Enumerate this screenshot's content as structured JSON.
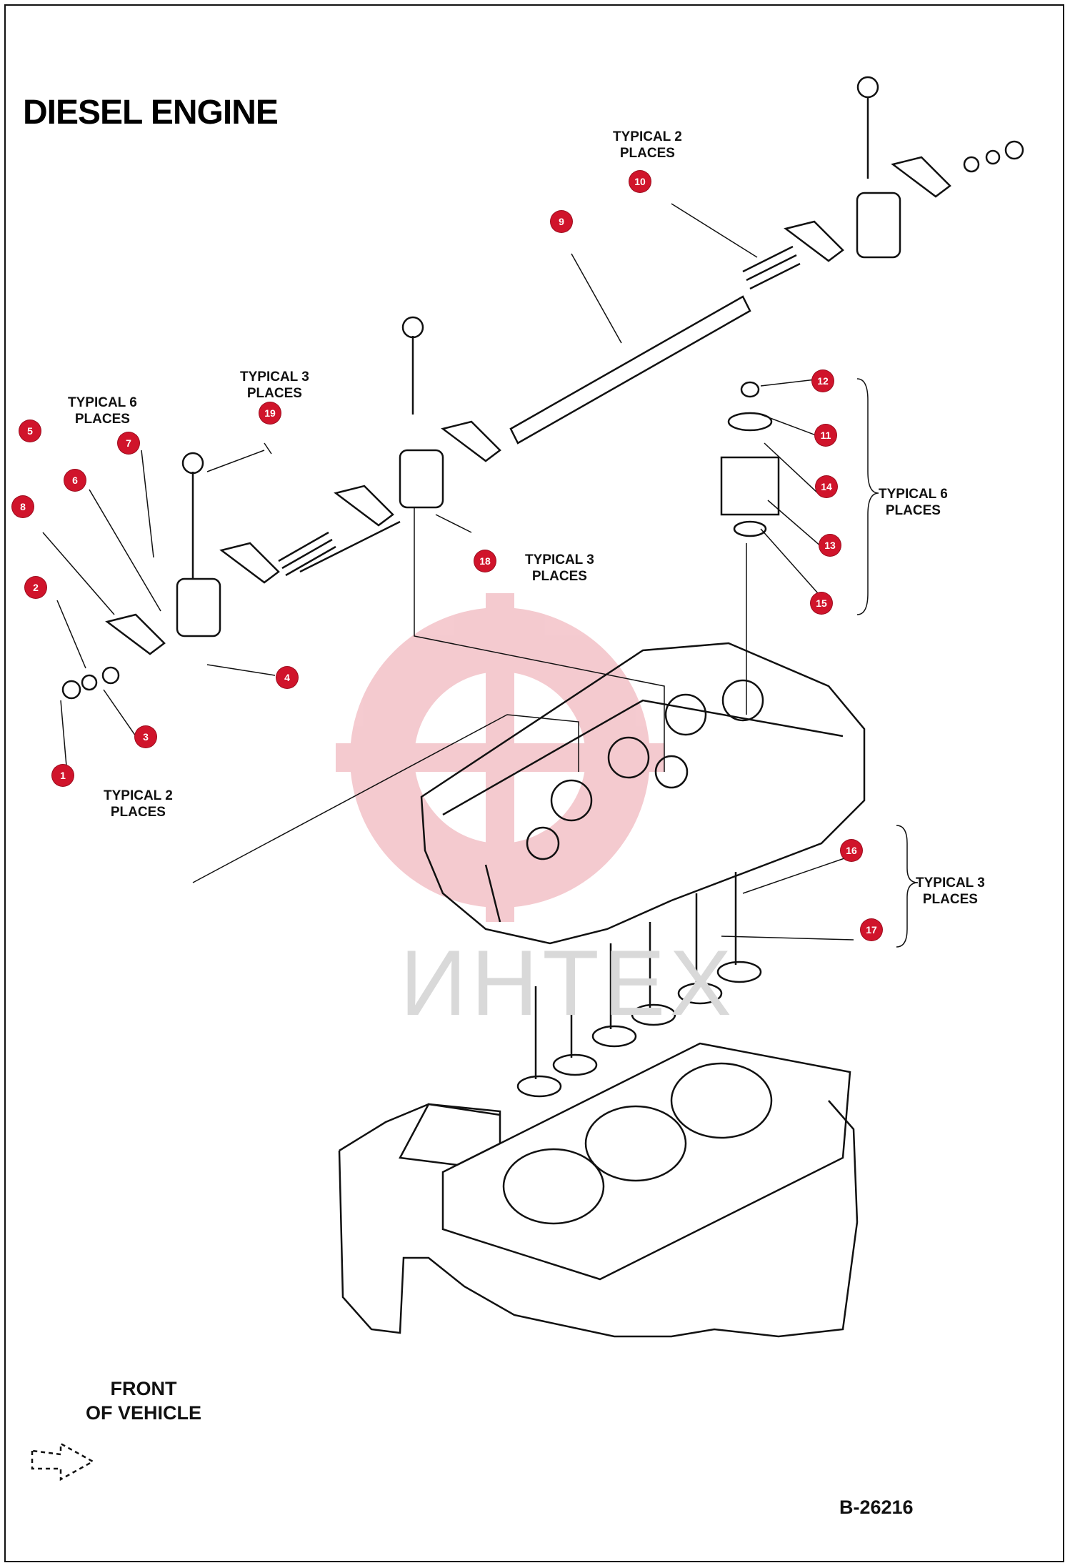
{
  "title": "DIESEL ENGINE",
  "notes": {
    "typical_2_top": [
      "TYPICAL 2",
      "PLACES"
    ],
    "typical_6_left": [
      "TYPICAL 6",
      "PLACES"
    ],
    "typical_3_bolt": [
      "TYPICAL 3",
      "PLACES"
    ],
    "typical_3_mid": [
      "TYPICAL 3",
      "PLACES"
    ],
    "typical_6_right": [
      "TYPICAL 6",
      "PLACES"
    ],
    "typical_2_left": [
      "TYPICAL 2",
      "PLACES"
    ],
    "typical_3_valves": [
      "TYPICAL 3",
      "PLACES"
    ]
  },
  "front_label": [
    "FRONT",
    "OF VEHICLE"
  ],
  "document_id": "B-26216",
  "watermark": "ИНТЕХ",
  "callouts": [
    {
      "num": "1"
    },
    {
      "num": "2"
    },
    {
      "num": "3"
    },
    {
      "num": "4"
    },
    {
      "num": "5"
    },
    {
      "num": "6"
    },
    {
      "num": "7"
    },
    {
      "num": "8"
    },
    {
      "num": "9"
    },
    {
      "num": "10"
    },
    {
      "num": "11"
    },
    {
      "num": "12"
    },
    {
      "num": "13"
    },
    {
      "num": "14"
    },
    {
      "num": "15"
    },
    {
      "num": "16"
    },
    {
      "num": "17"
    },
    {
      "num": "18"
    },
    {
      "num": "19"
    }
  ],
  "colors": {
    "callout": "#d0142b",
    "line": "#111111",
    "watermark": "#e8a0a0"
  }
}
